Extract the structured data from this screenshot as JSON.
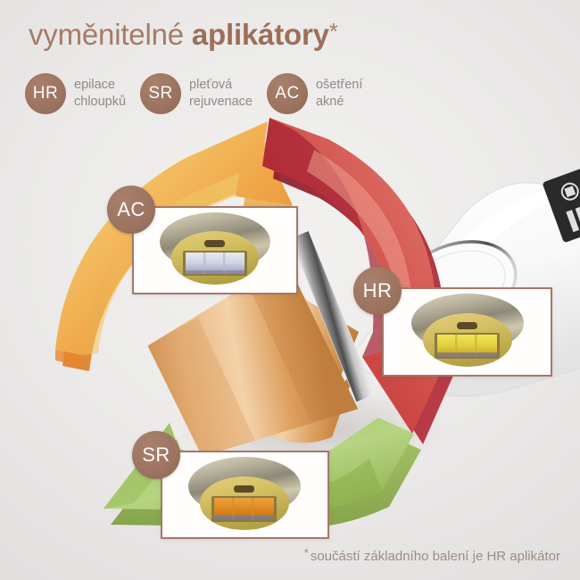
{
  "heading": {
    "light_part": "vyměnitelné",
    "bold_part": "aplikátory",
    "asterisk": "*"
  },
  "legend": {
    "items": [
      {
        "code": "HR",
        "line1": "epilace",
        "line2": "chloupků"
      },
      {
        "code": "SR",
        "line1": "pleťová",
        "line2": "rejuvenace"
      },
      {
        "code": "AC",
        "line1": "ošetření",
        "line2": "akné"
      }
    ]
  },
  "footnote": {
    "asterisk": "*",
    "text": "součástí základního balení je HR aplikátor"
  },
  "diagram": {
    "callouts": [
      {
        "code": "AC",
        "window_color": "#d8dbe6",
        "window_color_2": "#aab0c4"
      },
      {
        "code": "HR",
        "window_color": "#e8d34a",
        "window_color_2": "#b9a024"
      },
      {
        "code": "SR",
        "window_color": "#e08a2a",
        "window_color_2": "#c06a10"
      }
    ],
    "arrows": [
      {
        "name": "top-orange-arrow",
        "color_light": "#f7dd7c",
        "color_dark": "#ea8a38"
      },
      {
        "name": "right-red-arrow",
        "color_light": "#e2776c",
        "color_dark": "#a02030"
      },
      {
        "name": "left-green-arrow",
        "color_light": "#b7d47e",
        "color_dark": "#87ab44"
      }
    ],
    "device": {
      "name": "ipl-device",
      "body_color": "#fdfdfd",
      "applicator_color": "#e3a567",
      "display_color": "#2a2a2a"
    }
  },
  "colors": {
    "brand_brown": "#9b7360",
    "heading_brown": "#a67b66",
    "background": "#ecebea",
    "box_border": "#a4786a"
  }
}
